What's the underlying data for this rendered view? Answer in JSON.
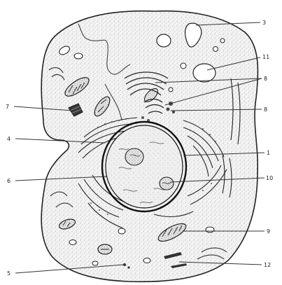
{
  "diagram": {
    "kind": "labelled-cell-illustration",
    "labels": [
      "3",
      "11",
      "8",
      "7",
      "8",
      "4",
      "1",
      "6",
      "10",
      "9",
      "5",
      "12"
    ]
  }
}
